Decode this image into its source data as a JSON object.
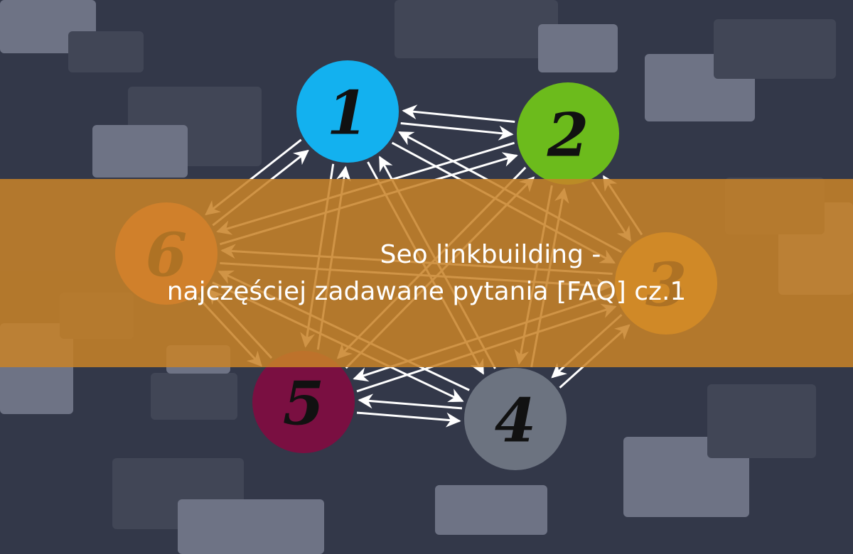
{
  "title": {
    "line1": "Seo linkbuilding -",
    "line2": "najczęściej zadawane pytania [FAQ] cz.1"
  },
  "nodes": [
    {
      "id": "1",
      "label": "1",
      "color": "#13b1ef"
    },
    {
      "id": "2",
      "label": "2",
      "color": "#6cbb1c"
    },
    {
      "id": "3",
      "label": "3",
      "color": "#fcb129"
    },
    {
      "id": "4",
      "label": "4",
      "color": "#6c7380"
    },
    {
      "id": "5",
      "label": "5",
      "color": "#7a0f41"
    },
    {
      "id": "6",
      "label": "6",
      "color": "#fb7345"
    }
  ],
  "links": [
    [
      "1",
      "2"
    ],
    [
      "2",
      "1"
    ],
    [
      "1",
      "3"
    ],
    [
      "3",
      "1"
    ],
    [
      "1",
      "4"
    ],
    [
      "4",
      "1"
    ],
    [
      "1",
      "5"
    ],
    [
      "5",
      "1"
    ],
    [
      "1",
      "6"
    ],
    [
      "6",
      "1"
    ],
    [
      "2",
      "3"
    ],
    [
      "3",
      "2"
    ],
    [
      "2",
      "4"
    ],
    [
      "4",
      "2"
    ],
    [
      "2",
      "5"
    ],
    [
      "5",
      "2"
    ],
    [
      "2",
      "6"
    ],
    [
      "6",
      "2"
    ],
    [
      "3",
      "4"
    ],
    [
      "4",
      "3"
    ],
    [
      "3",
      "5"
    ],
    [
      "5",
      "3"
    ],
    [
      "3",
      "6"
    ],
    [
      "6",
      "3"
    ],
    [
      "4",
      "5"
    ],
    [
      "5",
      "4"
    ],
    [
      "4",
      "6"
    ],
    [
      "6",
      "4"
    ],
    [
      "5",
      "6"
    ],
    [
      "6",
      "5"
    ]
  ],
  "colors": {
    "background": "#333849",
    "banner": "#c8822a",
    "arrow": "#ffffff"
  }
}
